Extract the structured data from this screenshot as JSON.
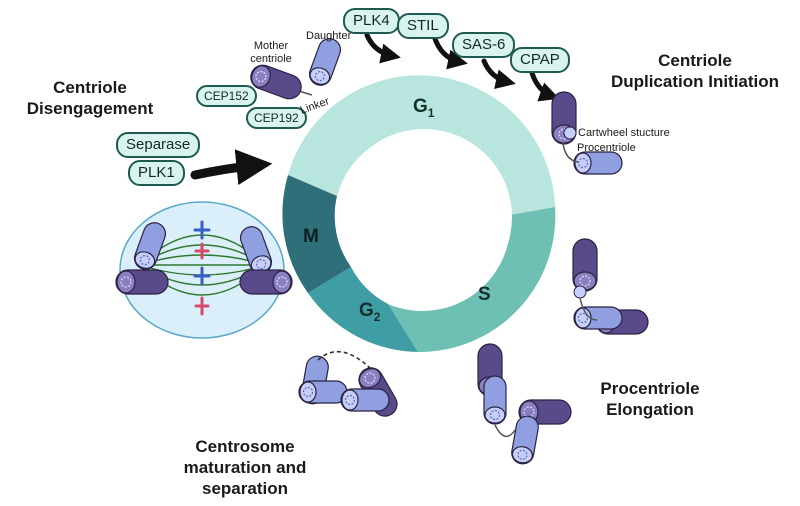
{
  "stages": {
    "disengagement": [
      "Centriole",
      "Disengagement"
    ],
    "duplication": [
      "Centriole",
      "Duplication Initiation"
    ],
    "elongation": [
      "Procentriole",
      "Elongation"
    ],
    "maturation": [
      "Centrosome",
      "maturation and",
      "separation"
    ]
  },
  "phases": {
    "g1_main": "G",
    "g1_sub": "1",
    "s": "S",
    "g2_main": "G",
    "g2_sub": "2",
    "m": "M"
  },
  "proteins": {
    "plk4": "PLK4",
    "stil": "STIL",
    "sas6": "SAS-6",
    "cpap": "CPAP",
    "cep152": "CEP152",
    "cep192": "CEP192",
    "separase": "Separase",
    "plk1": "PLK1"
  },
  "labels": {
    "mother": [
      "Mother",
      "centriole"
    ],
    "daughter": "Daughter",
    "linker": "Linker",
    "cartwheel": "Cartwheel stucture",
    "procentriole": "Procentriole"
  },
  "colors": {
    "g1": "#b8e6df",
    "s": "#6fc0b4",
    "g2": "#3f9ea3",
    "m": "#2f6f7a",
    "mother_centriole": "#5b4a8a",
    "daughter_centriole": "#8f9fe0",
    "pill_fill": "#d9f3ee",
    "pill_border": "#1f5a52"
  }
}
